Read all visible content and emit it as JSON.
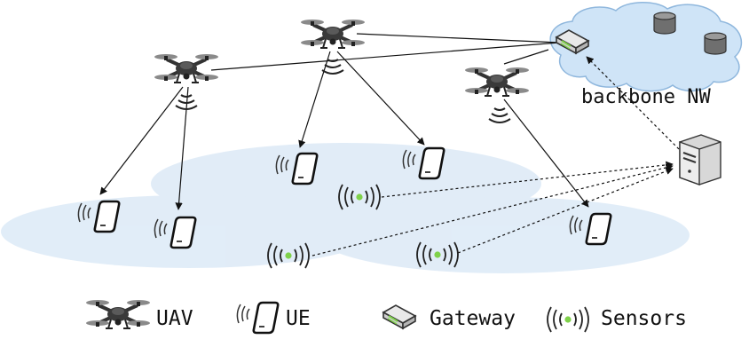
{
  "diagram": {
    "cloud_label": "backbone NW",
    "legend": {
      "uav": "UAV",
      "ue": "UE",
      "gateway": "Gateway",
      "sensors": "Sensors"
    }
  },
  "colors": {
    "coverage": "#cfe2f3",
    "cloud": "#cfe4f7",
    "cloud_stroke": "#8fb7dd",
    "sensor_led": "#7fd14a",
    "gateway_led": "#7fd14a",
    "drone_body": "#3a3a3a",
    "link": "#111111"
  },
  "icons": {
    "uav": "drone-icon",
    "ue": "smartphone-icon",
    "gateway": "gateway-router-icon",
    "sensor": "sensor-icon",
    "server": "server-icon",
    "storage": "storage-drum-icon"
  }
}
